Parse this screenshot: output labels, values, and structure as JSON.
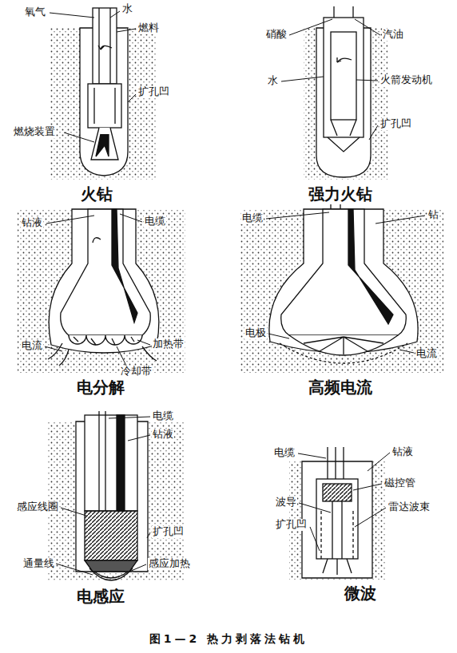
{
  "diagram": {
    "caption": "图1—2 热力剥落法钻机",
    "labels": [
      "氧气",
      "水",
      "燃料",
      "扩孔凹",
      "燃烧装置",
      "火钻",
      "硝酸",
      "汽油",
      "水",
      "火箭发动机",
      "扩孔凹",
      "强力火钻",
      "钻液",
      "电缆",
      "电流",
      "加热带",
      "冷却带",
      "电分解",
      "电缆",
      "钻",
      "电极",
      "电流",
      "高频电流",
      "电缆",
      "钻液",
      "感应线圈",
      "扩孔凹",
      "通量线",
      "感应加热",
      "电感应",
      "电缆",
      "钻液",
      "磁控管",
      "波导",
      "雷达波束",
      "扩孔凹",
      "微波"
    ]
  }
}
